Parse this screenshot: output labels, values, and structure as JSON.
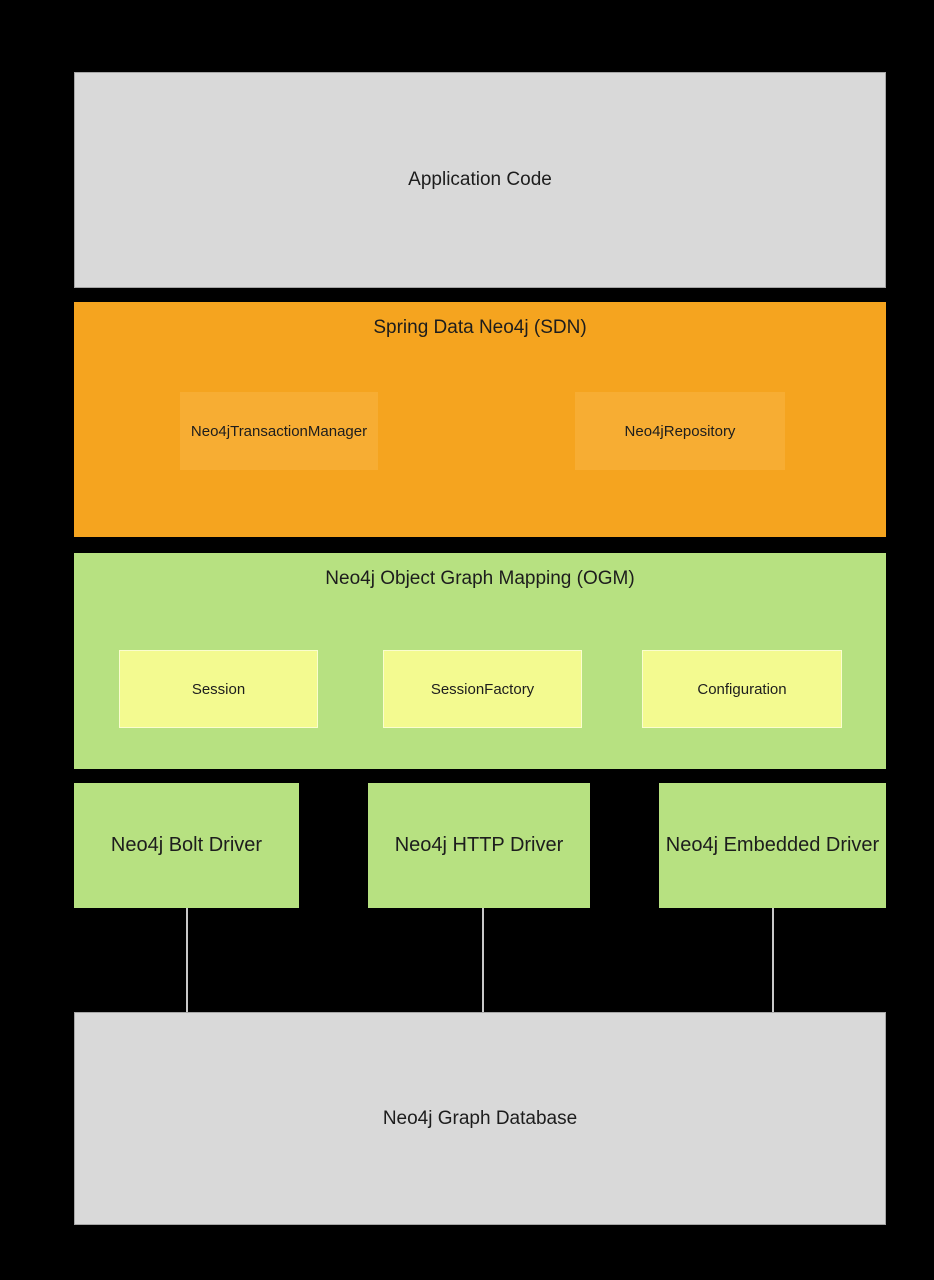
{
  "diagram": {
    "background_color": "#000000",
    "text_color": "#1d1d1d",
    "connector_color": "#c9c9c9",
    "layers": {
      "application": {
        "label": "Application Code",
        "fill": "#d9d9d9",
        "border": "#a6a6a6"
      },
      "sdn": {
        "title": "Spring Data Neo4j (SDN)",
        "fill": "#f5a41f",
        "child_fill": "#f7ad33",
        "children": [
          {
            "label": "Neo4jTransactionManager"
          },
          {
            "label": "Neo4jRepository"
          }
        ]
      },
      "ogm": {
        "title": "Neo4j Object Graph Mapping (OGM)",
        "fill": "#b7e181",
        "child_fill": "#f3fa90",
        "children": [
          {
            "label": "Session"
          },
          {
            "label": "SessionFactory"
          },
          {
            "label": "Configuration"
          }
        ]
      },
      "drivers": {
        "fill": "#b7e181",
        "items": [
          {
            "label": "Neo4j Bolt Driver"
          },
          {
            "label": "Neo4j HTTP Driver"
          },
          {
            "label": "Neo4j Embedded Driver"
          }
        ]
      },
      "database": {
        "label": "Neo4j Graph Database",
        "fill": "#d9d9d9",
        "border": "#a6a6a6"
      }
    }
  }
}
